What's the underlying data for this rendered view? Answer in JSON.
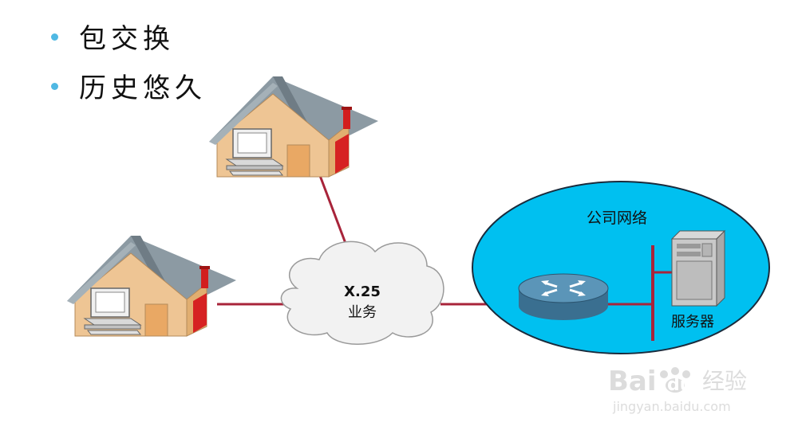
{
  "bullets": [
    "包交换",
    "历史悠久"
  ],
  "cloud": {
    "line1": "X.25",
    "line2": "业务"
  },
  "corp_network": {
    "title": "公司网络",
    "server_label": "服务器"
  },
  "watermark": {
    "brand": "Bai",
    "brand2": "du",
    "cn": "经验",
    "url": "jingyan.baidu.com"
  },
  "colors": {
    "link": "#A8243A",
    "network_fill": "#00C0F0",
    "bullet": "#4FB8E3",
    "house_wall": "#EEC594",
    "roof": "#8C9AA3"
  }
}
